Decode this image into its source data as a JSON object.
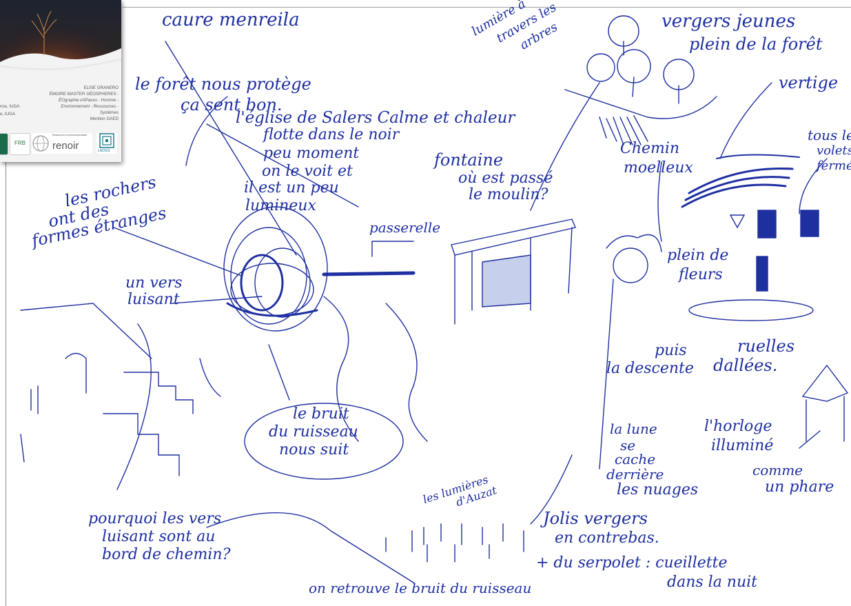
{
  "cover": {
    "author": "ELISE GRANERO",
    "degree_line": "ÉMOIRE MASTER GÉOSPHERES :",
    "program_line1": "ÉOgraphie eSPaces - Homme -",
    "program_line2": "Environnement - Ressources -",
    "program_line3": "Systèmes",
    "mention": "Mention GAED",
    "left_line1": "nce, IUGA",
    "left_line2": "e, IUGA",
    "logo_frb": "FRB",
    "logo_renoir": "renoir",
    "logo_labs": "LADISS",
    "logo_small": "Ressources environnementales"
  },
  "notes": {
    "top_cut": "caure menreila",
    "foret": "le forêt nous protège",
    "sent_bon": "ça sent bon.",
    "eglise1": "l'église de Salers Calme et chaleur",
    "eglise2": "flotte dans le noir",
    "peu_moment": "peu moment",
    "on_le_voit": "on le voit et",
    "il_est": "il est un peu",
    "lumineux": "lumineux",
    "lumiere1": "lumière à",
    "lumiere2": "travers les",
    "lumiere3": "arbres",
    "vergers1": "vergers jeunes",
    "vergers2": "plein de la forêt",
    "vertige": "vertige",
    "fontaine1": "fontaine",
    "fontaine2": "où est passé",
    "fontaine3": "le moulin?",
    "chemin1": "Chemin",
    "chemin2": "moelleux",
    "volets1": "tous les",
    "volets2": "volets",
    "volets3": "fermés",
    "rochers1": "les rochers",
    "rochers2": "ont des",
    "rochers3": "formes étranges",
    "passerelle": "passerelle",
    "plein1": "plein de",
    "plein2": "fleurs",
    "ver1": "un vers",
    "ver2": "luisant",
    "puis1": "puis",
    "puis2": "la descente",
    "ruelles1": "ruelles",
    "ruelles2": "dallées.",
    "bruit1": "le bruit",
    "bruit2": "du ruisseau",
    "bruit3": "nous suit",
    "lune1": "la lune",
    "lune2": "se",
    "lune3": "cache",
    "lune4": "derrière",
    "lune5": "les nuages",
    "horloge1": "l'horloge",
    "horloge2": "illuminé",
    "horloge3": "comme",
    "horloge4": "un phare",
    "lumieres_auzat1": "les lumières",
    "lumieres_auzat2": "d'Auzat",
    "pourquoi1": "pourquoi les vers",
    "pourquoi2": "luisant sont au",
    "pourquoi3": "bord de chemin?",
    "jolis1": "Jolis vergers",
    "jolis2": "en contrebas.",
    "serpolet1": "+ du serpolet : cueillette",
    "serpolet2": "dans la nuit",
    "retrouve": "on retrouve le bruit du ruisseau"
  },
  "colors": {
    "ink": "#1e2fa0",
    "ink_dark": "#0f1b7a"
  }
}
